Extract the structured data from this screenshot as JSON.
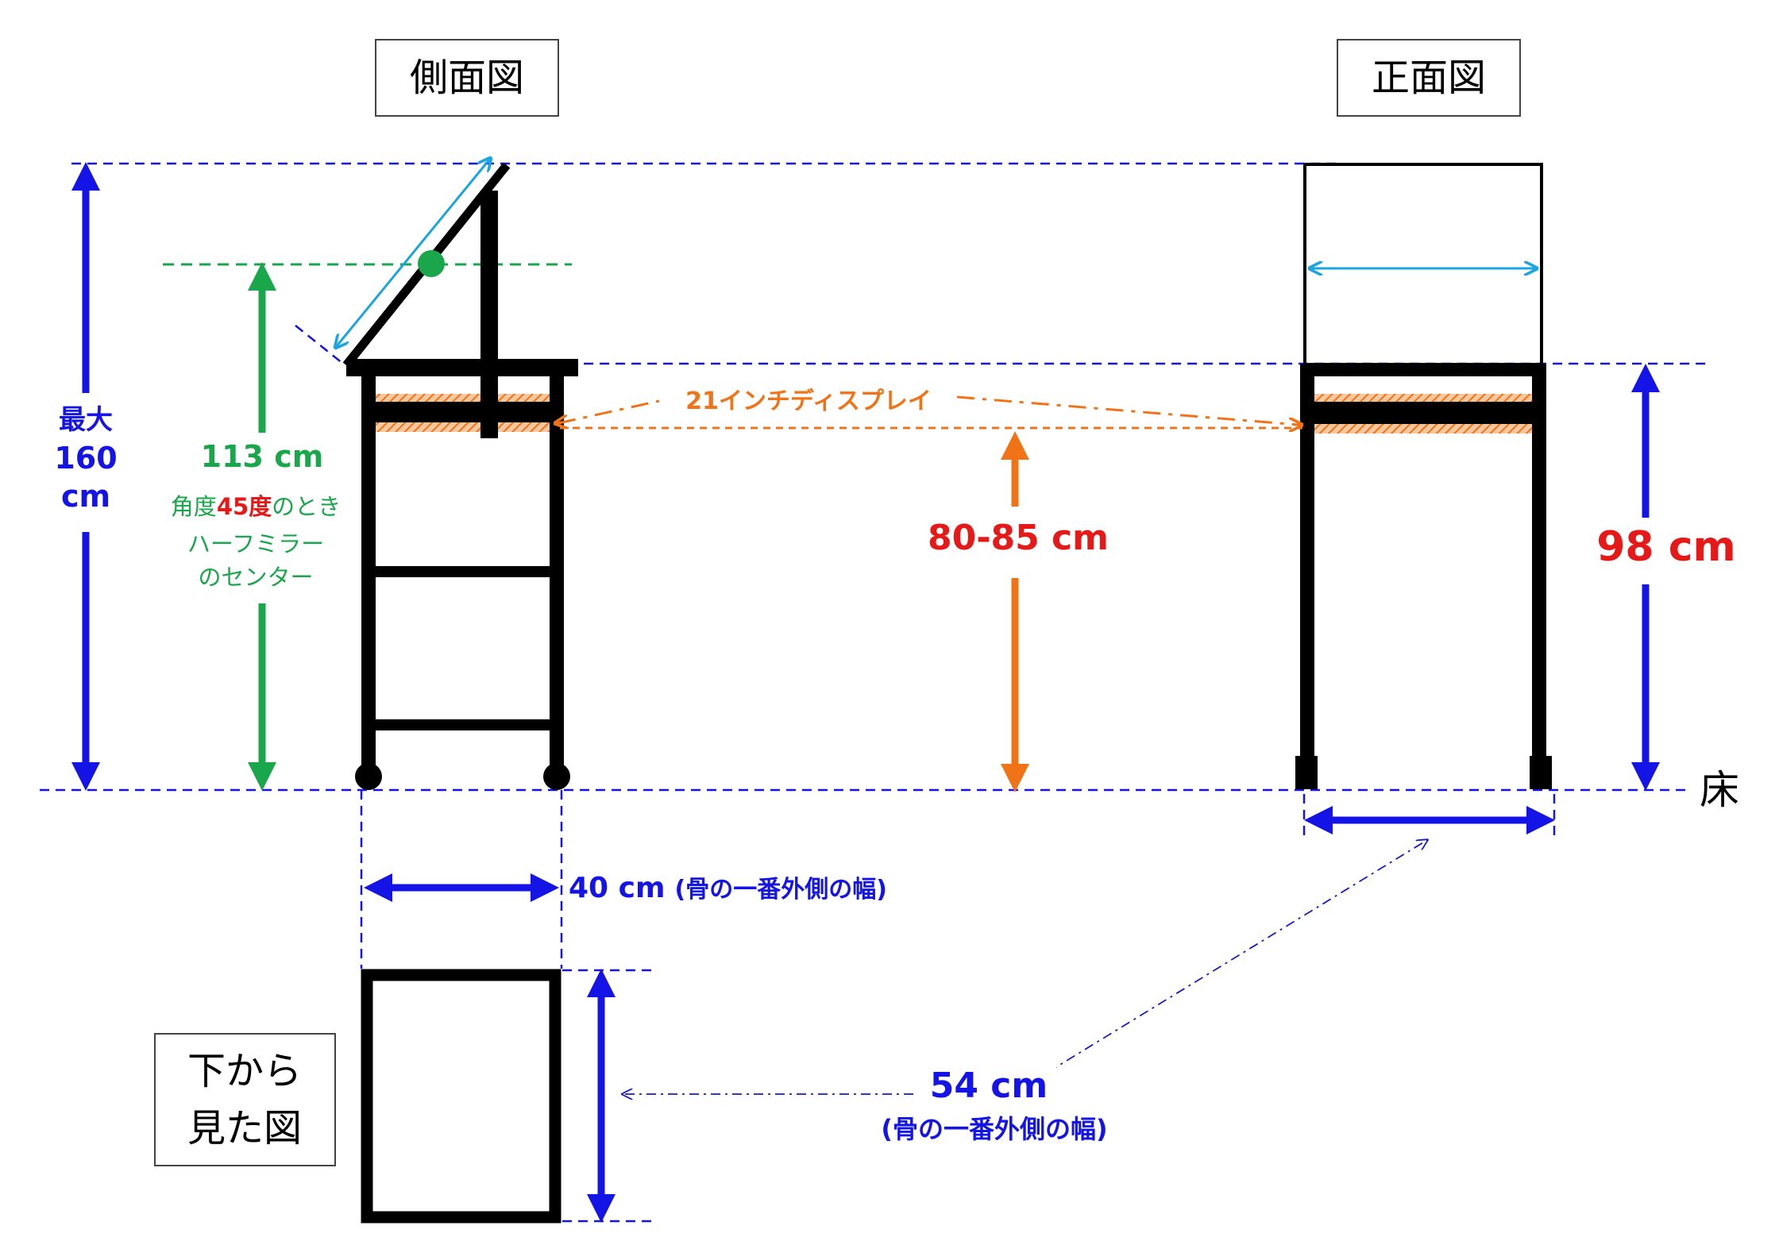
{
  "views": {
    "side": "側面図",
    "front": "正面図",
    "bottom_line1": "下から",
    "bottom_line2": "見た図"
  },
  "dimensions": {
    "max_height_line1": "最大",
    "max_height_line2": "160",
    "max_height_line3": "cm",
    "mirror_center_height": "113 cm",
    "mirror_note_prefix": "角度",
    "mirror_note_angle": "45度",
    "mirror_note_suffix": "のとき",
    "mirror_note_line2": "ハーフミラー",
    "mirror_note_line3": "のセンター",
    "display_label": "21インチディスプレイ",
    "display_height": "80-85 cm",
    "front_height": "98 cm",
    "floor_label": "床",
    "side_width": "40 cm",
    "side_width_note": "(骨の一番外側の幅)",
    "front_width": "54 cm",
    "front_width_note": "(骨の一番外側の幅)"
  },
  "colors": {
    "blue": "#1414e6",
    "dark_blue": "#1a1acc",
    "green": "#1aa64b",
    "orange": "#f07318",
    "red": "#e61919",
    "light_blue": "#1ba5e0",
    "frame": "#000000"
  }
}
